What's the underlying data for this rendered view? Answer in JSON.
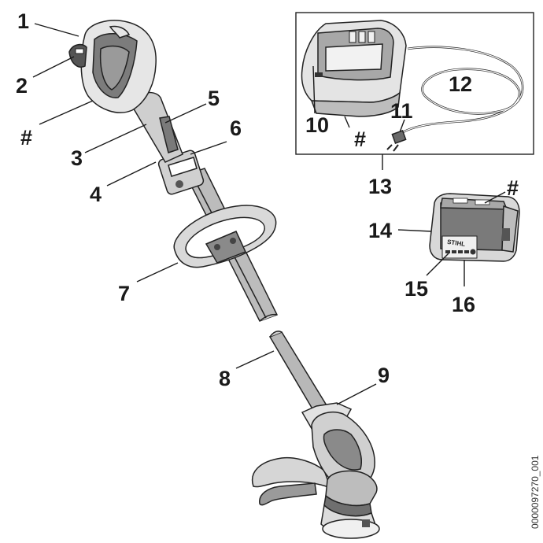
{
  "figure": {
    "callouts": {
      "c1": "1",
      "c2": "2",
      "c3": "3",
      "c4": "4",
      "c5": "5",
      "c6": "6",
      "c7": "7",
      "c8": "8",
      "c9": "9",
      "c10": "10",
      "c11": "11",
      "c12": "12",
      "c13": "13",
      "c14": "14",
      "c15": "15",
      "c16": "16",
      "hash_motor": "#",
      "hash_charger": "#",
      "hash_battery": "#"
    },
    "battery_brand": "STIHL",
    "document_id": "0000097270_001"
  },
  "colors": {
    "outline": "#222222",
    "light_grey": "#e6e6e6",
    "mid_grey": "#bdbdbd",
    "dark_grey": "#7a7a7a",
    "shaft_grey": "#b8b8b8"
  }
}
